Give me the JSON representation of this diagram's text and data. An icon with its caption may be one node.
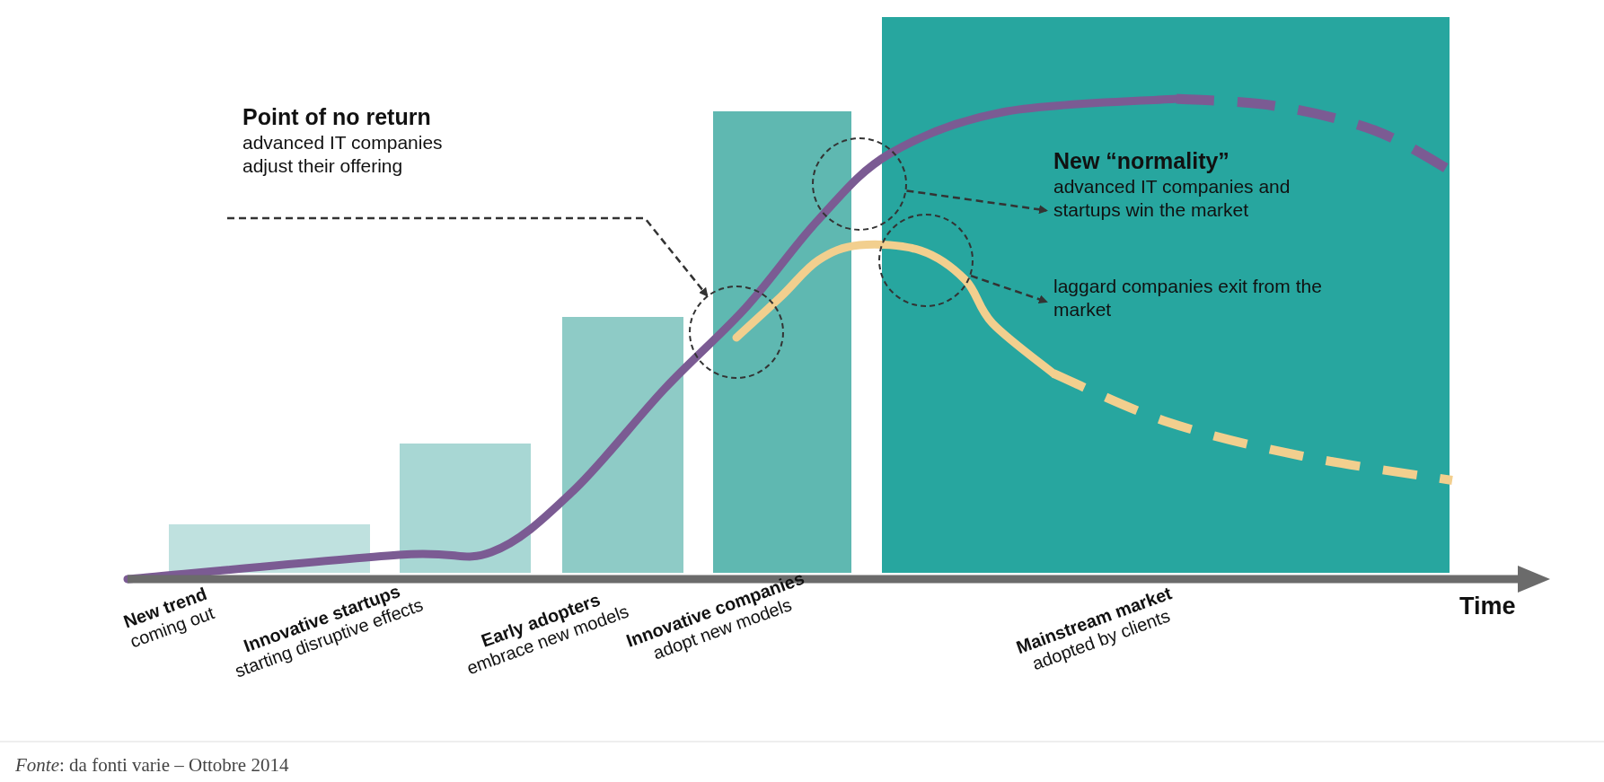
{
  "diagram": {
    "caption": "*Fonte*: da fonti varie – Ottobre 2014",
    "nodes": [
      {
        "text": [
          "Point of no return",
          "advanced IT companies adjust their offering"
        ]
      },
      {
        "text": [],
        "shape": "circle"
      },
      {
        "text": [
          "New “normality”",
          "advanced IT companies and startups win the market"
        ]
      },
      {
        "text": [],
        "shape": "circle"
      },
      {
        "text": [
          "laggard companies exit from the market"
        ]
      },
      {
        "text": [],
        "shape": "circle"
      }
    ],
    "edges": [
      {
        "from": 0,
        "to": 5,
        "arrow": "to",
        "style": "dashed"
      },
      {
        "from": 1,
        "to": 2,
        "arrow": "to",
        "style": "dashed"
      },
      {
        "from": 3,
        "to": 4,
        "arrow": "to",
        "style": "dashed"
      }
    ],
    "labels": [
      "New trend",
      "coming out",
      "Innovative startups",
      "starting disruptive effects",
      "Early adopters",
      "embrace new models",
      "Innovative companies",
      "adopt new models",
      "Mainstream market",
      "adopted by clients",
      "Time"
    ]
  }
}
